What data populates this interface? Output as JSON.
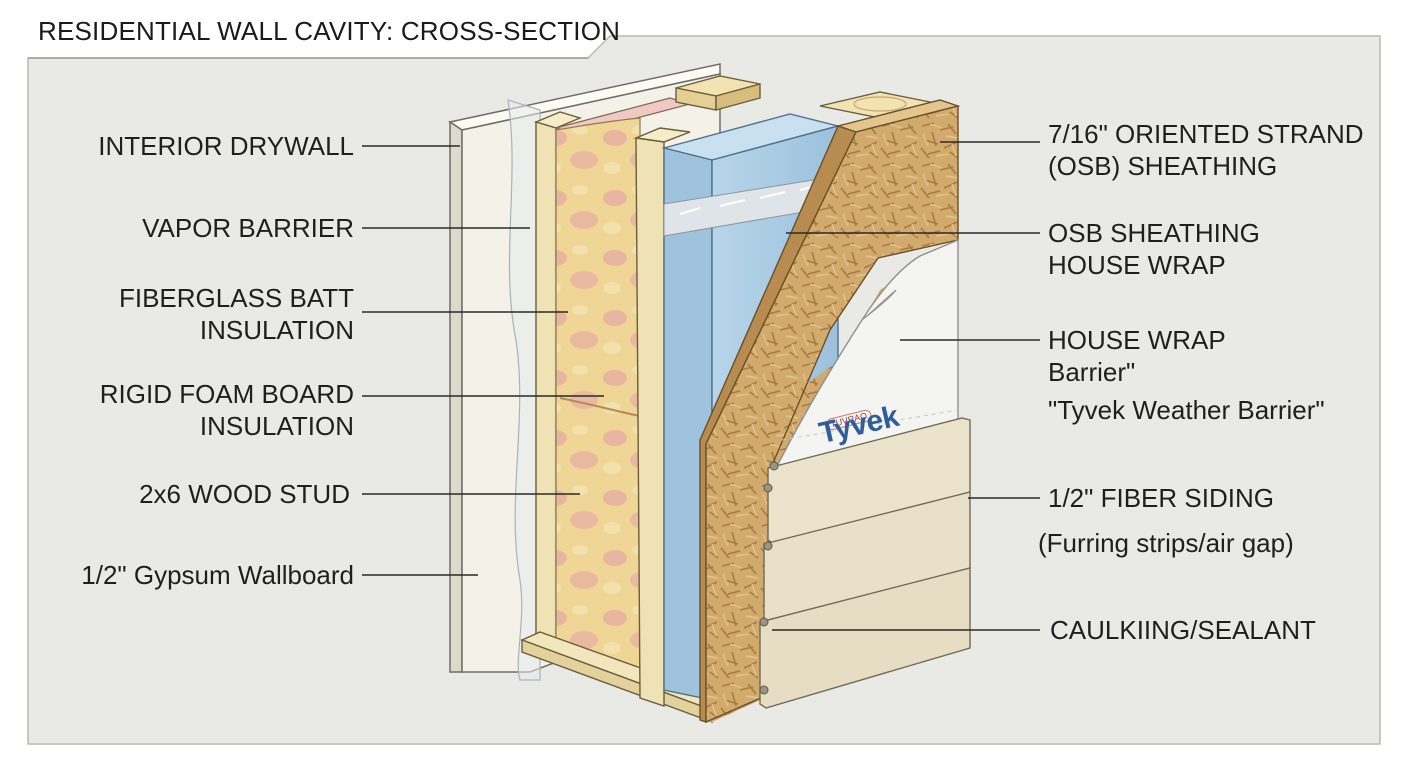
{
  "title": "RESIDENTIAL WALL CAVITY: CROSS-SECTION",
  "left_labels": {
    "interior_drywall": "INTERIOR DRYWALL",
    "vapor_barrier": "VAPOR BARRIER",
    "fiberglass_line1": "FIBERGLASS BATT",
    "fiberglass_line2": "INSULATION",
    "rigid_line1": "RIGID FOAM BOARD",
    "rigid_line2": "INSULATION",
    "wood_stud": "2x6 WOOD STUD",
    "gypsum": "1/2\" Gypsum Wallboard"
  },
  "right_labels": {
    "osb_line1": "7/16\" ORIENTED STRAND",
    "osb_line2": "(OSB) SHEATHING",
    "osb_wrap_line1": "OSB SHEATHING",
    "osb_wrap_line2": "HOUSE WRAP",
    "house_wrap_line1": "HOUSE WRAP",
    "house_wrap_line2": "Barrier\"",
    "house_wrap_line3": "\"Tyvek Weather Barrier\"",
    "fiber_siding": "1/2\" FIBER SIDING",
    "furring": "(Furring strips/air gap)",
    "caulking": "CAULKIING/SEALANT"
  },
  "wrap_brand": "Tyvek",
  "wrap_stamp": "TUVRAO",
  "colors": {
    "background_panel": "#e9e9e6",
    "drywall": "#f3f1e8",
    "stud_wood": "#efe2b4",
    "insulation_yellow": "#efd596",
    "insulation_pink": "#e8a6a8",
    "foam_blue": "#a9cbe3",
    "osb": "#cfa66a",
    "house_wrap": "#f4f4f2",
    "siding": "#e9e0c9",
    "tyvek_blue": "#2e5f9a",
    "leader_line": "#2a2a2a"
  }
}
